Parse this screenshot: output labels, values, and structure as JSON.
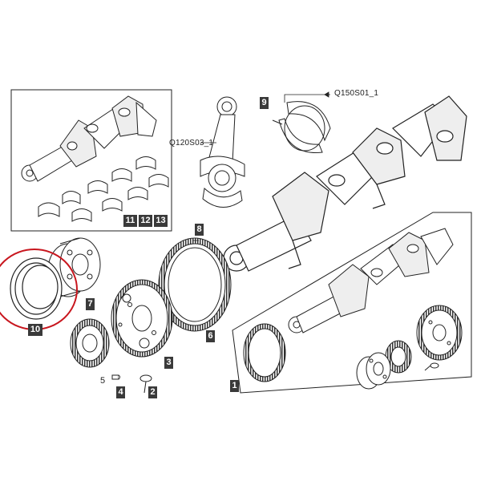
{
  "references": {
    "conrod": "Q120S03_1",
    "bearing_shells": "Q150S01_1"
  },
  "callouts": {
    "c1": "1",
    "c2": "2",
    "c3": "3",
    "c4": "4",
    "c5": "5",
    "c6": "6",
    "c7": "7",
    "c8": "8",
    "c9": "9",
    "c10": "10",
    "c11": "11",
    "c12": "12",
    "c13": "13"
  },
  "colors": {
    "line": "#222222",
    "callout_bg": "#3a3a3a",
    "highlight": "#c8161e"
  }
}
